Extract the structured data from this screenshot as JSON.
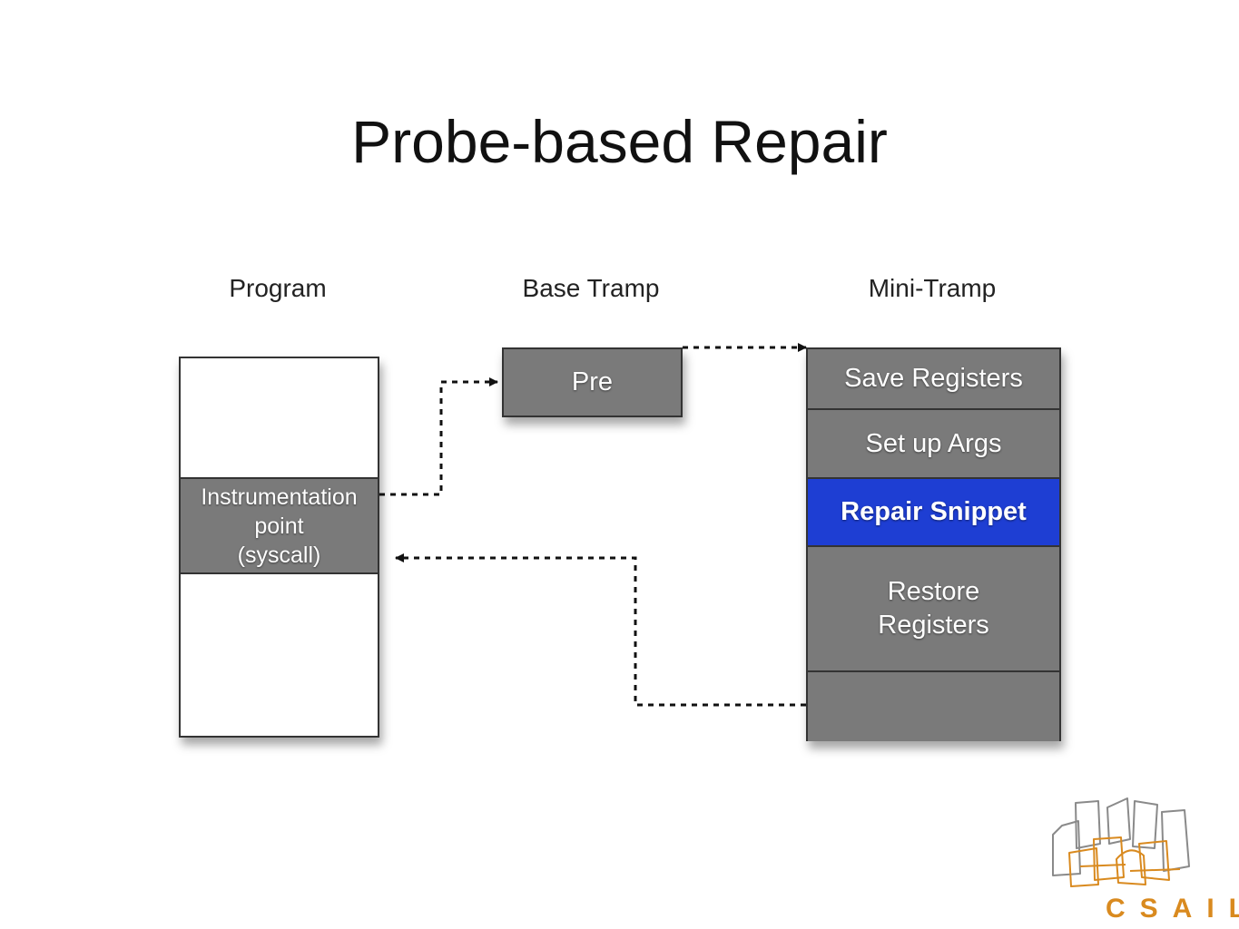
{
  "title": "Probe-based Repair",
  "columns": {
    "program": "Program",
    "base_tramp": "Base Tramp",
    "mini_tramp": "Mini-Tramp"
  },
  "program_box": {
    "instrumentation": "Instrumentation\npoint\n(syscall)"
  },
  "base_tramp_box": {
    "pre": "Pre"
  },
  "mini_tramp_box": {
    "save_registers": "Save Registers",
    "set_up_args": "Set up Args",
    "repair_snippet": "Repair Snippet",
    "restore_registers": "Restore\nRegisters",
    "bottom": ""
  },
  "logo": {
    "text": "CSAIL"
  },
  "colors": {
    "box_gray": "#7a7a7a",
    "highlight_blue": "#1e3ed3",
    "logo_orange": "#d98a1f"
  }
}
